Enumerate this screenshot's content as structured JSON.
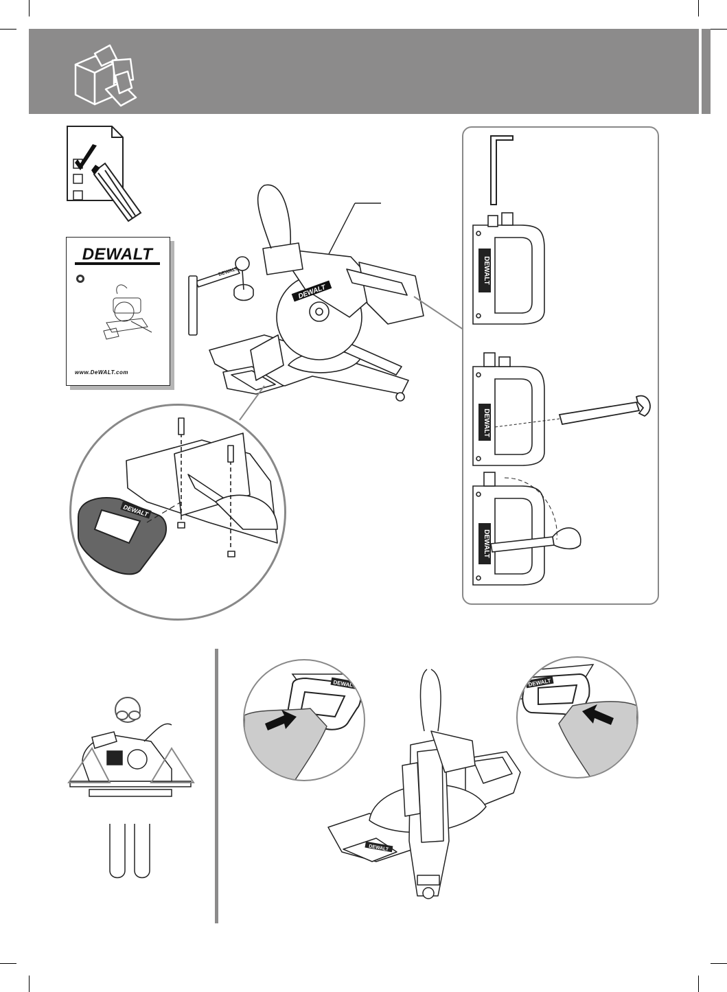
{
  "header": {
    "bar_color": "#8c8b8b",
    "icon": "unboxing-icon"
  },
  "checklist": {
    "icon": "checklist-pencil-icon"
  },
  "manual_cover": {
    "logo": "DEWALT",
    "url": "www.DeWALT.com"
  },
  "saw": {
    "blade_logo": "DEWALT",
    "arm_logo": "DEWALT",
    "hold_down_label": "DEWALT"
  },
  "zoom_detail": {
    "handle_logo": "DEWALT"
  },
  "accessory_panel": {
    "handle_logo": "DEWALT",
    "icon_top": "hex-key-icon",
    "icon_mid": "blade-wrench-icon"
  },
  "lift_panel": {
    "icon": "safety-glasses-icon"
  },
  "carry_panel": {
    "left_handle_logo": "DEWALT",
    "right_handle_logo": "DEWALT",
    "center_logo": "DEWALT"
  }
}
